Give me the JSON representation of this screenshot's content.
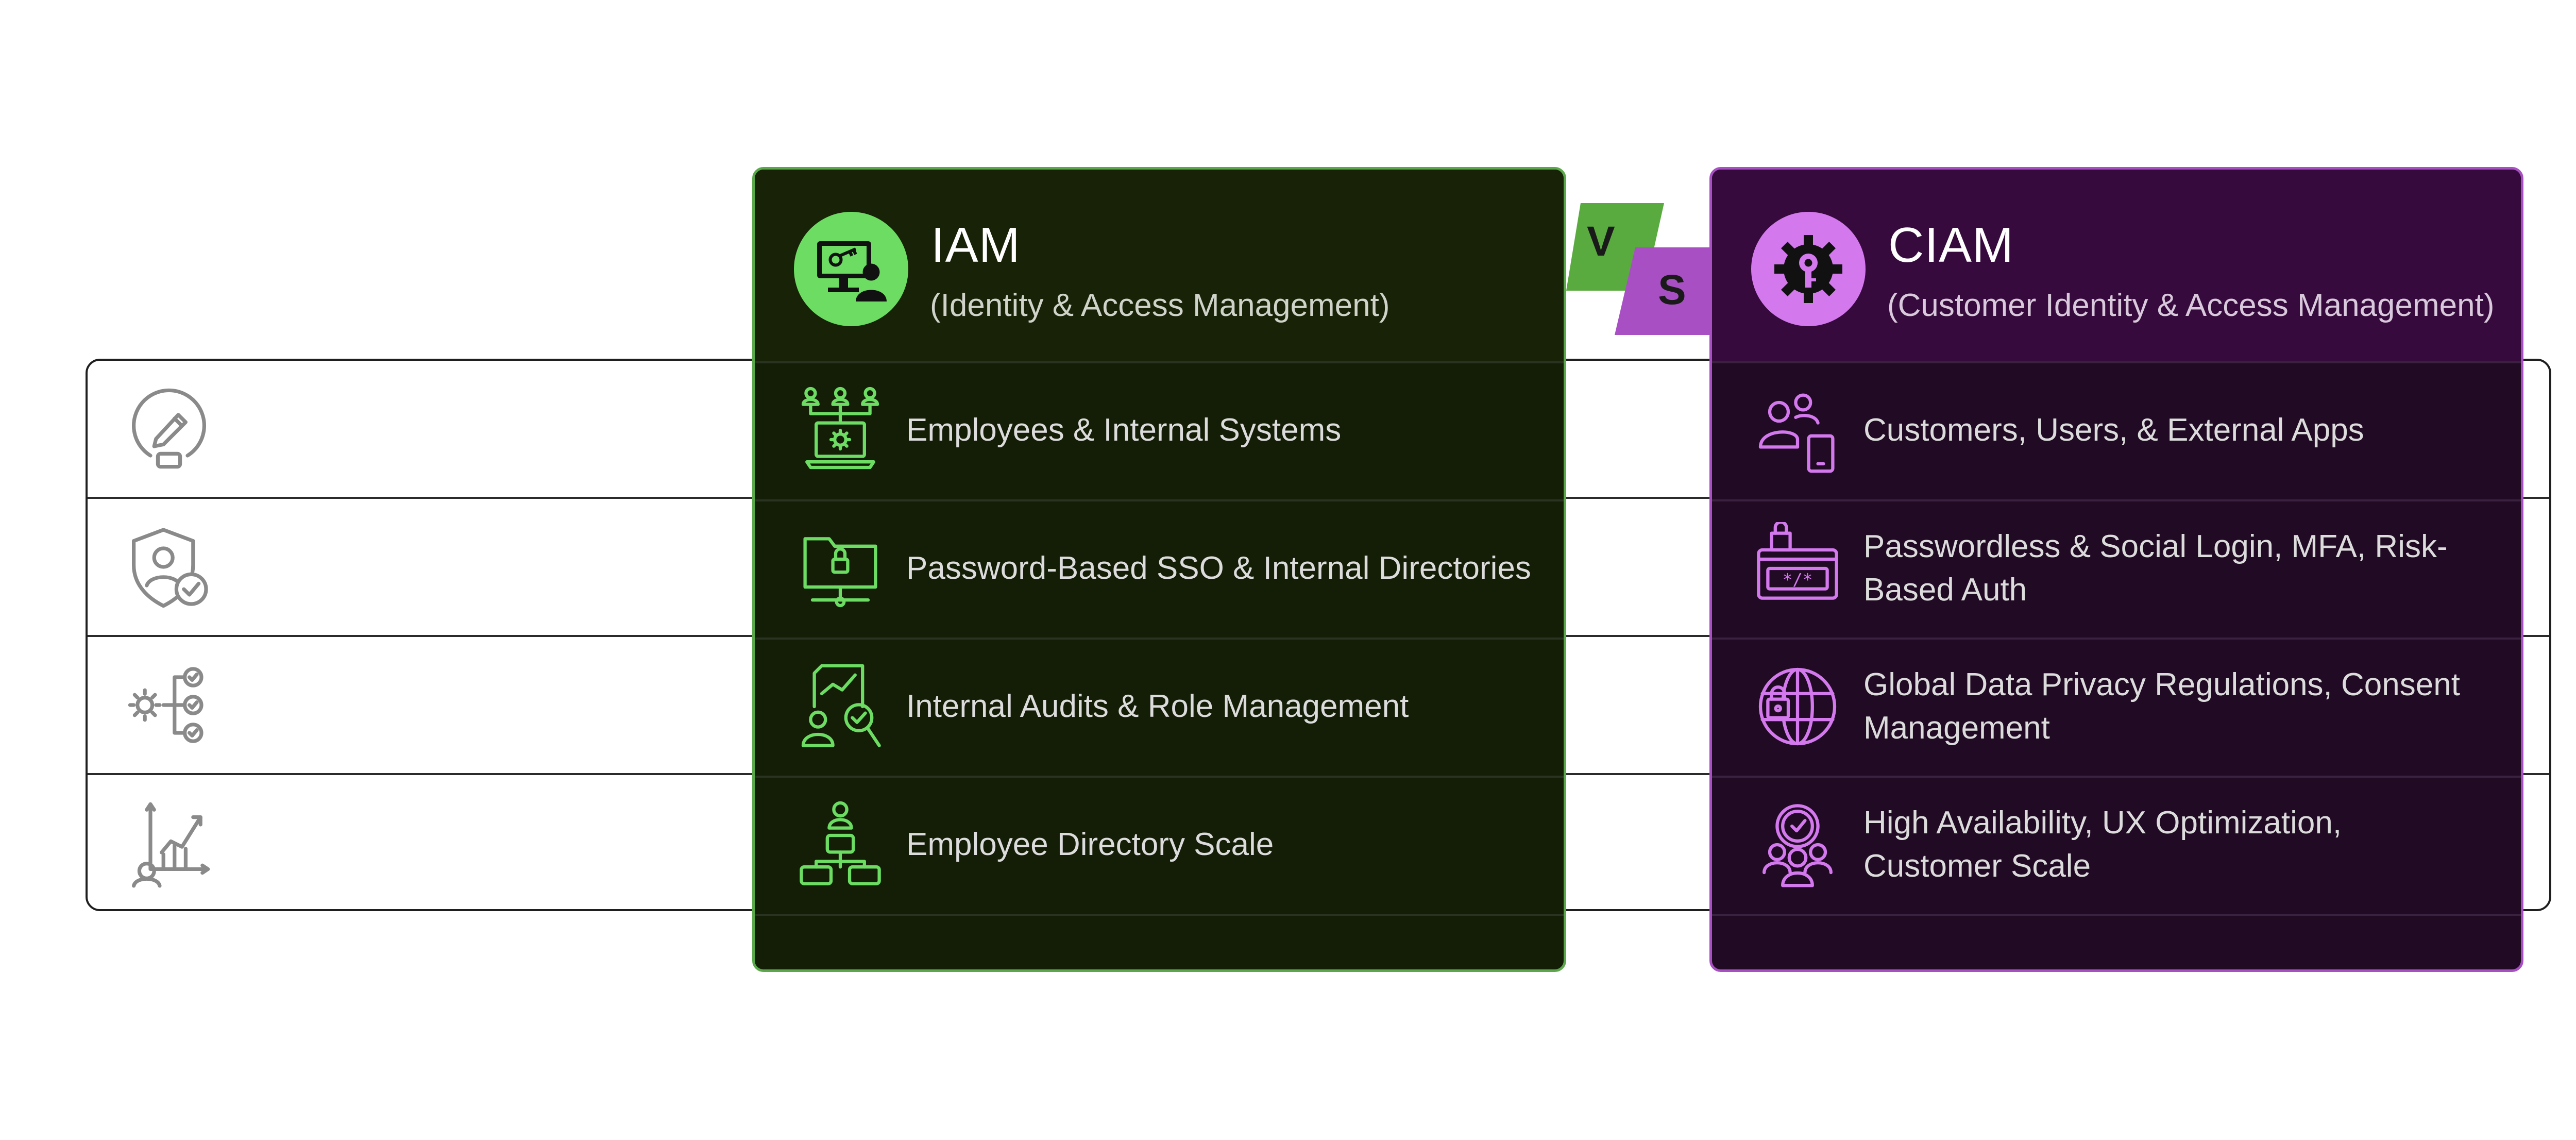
{
  "iam": {
    "title": "IAM",
    "subtitle": "(Identity & Access Management)",
    "accent": "#6cdd62",
    "rows": [
      {
        "icon": "org-laptop-icon",
        "text": "Employees & Internal Systems"
      },
      {
        "icon": "locked-folder-icon",
        "text": "Password-Based SSO & Internal Directories"
      },
      {
        "icon": "audit-search-icon",
        "text": "Internal Audits & Role Management"
      },
      {
        "icon": "org-chart-icon",
        "text": "Employee Directory Scale"
      }
    ]
  },
  "ciam": {
    "title": "CIAM",
    "subtitle": "(Customer Identity & Access Management)",
    "accent": "#d478ee",
    "rows": [
      {
        "icon": "users-device-icon",
        "text": "Customers, Users, & External Apps"
      },
      {
        "icon": "password-form-icon",
        "text": "Passwordless & Social Login, MFA, Risk-Based Auth"
      },
      {
        "icon": "globe-lock-icon",
        "text": "Global Data Privacy Regulations, Consent Management"
      },
      {
        "icon": "users-clock-icon",
        "text": "High Availability, UX Optimization, Customer Scale"
      }
    ]
  },
  "vs": {
    "v": "V",
    "s": "S"
  },
  "left_icons": [
    "pencil-badge-icon",
    "shield-user-icon",
    "gear-checklist-icon",
    "growth-chart-icon"
  ]
}
